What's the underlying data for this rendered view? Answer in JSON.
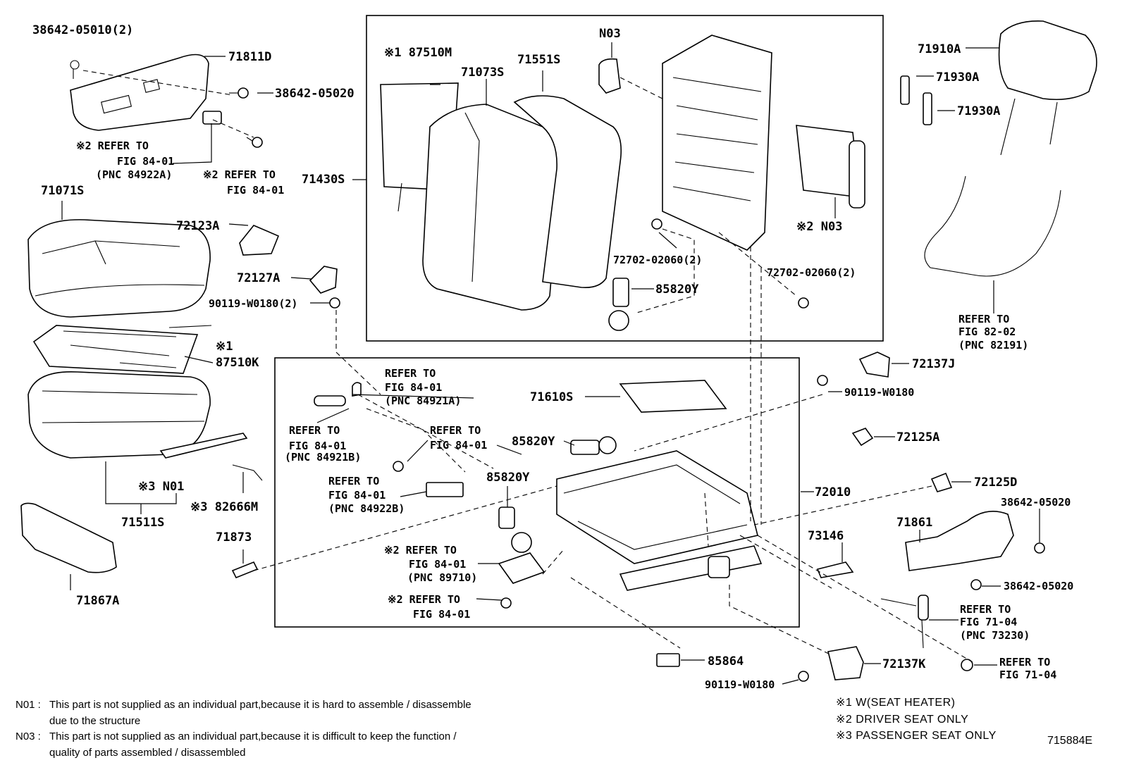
{
  "labels": {
    "p38642_05010": "38642-05010(2)",
    "p71811D": "71811D",
    "p38642_05020a": "38642-05020",
    "ref2_84922A_1": "※2 REFER TO",
    "ref2_84922A_2": "FIG 84-01",
    "ref2_84922A_3": "(PNC 84922A)",
    "ref2_fig8401_1": "※2 REFER TO",
    "ref2_fig8401_2": "FIG 84-01",
    "p71071S": "71071S",
    "p72123A": "72123A",
    "p72127A": "72127A",
    "p90119_W0180_2": "90119-W0180(2)",
    "star1_left": "※1",
    "p87510K": "87510K",
    "n01": "※3 N01",
    "p71511S": "71511S",
    "p82666M": "※3 82666M",
    "p71873": "71873",
    "p71867A": "71867A",
    "p87510M": "※1 87510M",
    "p71073S": "71073S",
    "p71551S": "71551S",
    "p71430S": "71430S",
    "n03_top": "N03",
    "n03_right": "※2 N03",
    "p72702_a": "72702-02060(2)",
    "p72702_b": "72702-02060(2)",
    "p85820Y_top": "85820Y",
    "p71910A": "71910A",
    "p71930A_1": "71930A",
    "p71930A_2": "71930A",
    "ref_82191_1": "REFER TO",
    "ref_82191_2": "FIG 82-02",
    "ref_82191_3": "(PNC 82191)",
    "ref_84921A_1": "REFER TO",
    "ref_84921A_2": "FIG 84-01",
    "ref_84921A_3": "(PNC 84921A)",
    "p71610S": "71610S",
    "ref_84921B_1": "REFER TO",
    "ref_84921B_2": "FIG 84-01",
    "ref_84921B_3": "(PNC 84921B)",
    "ref_fig8401_1": "REFER TO",
    "ref_fig8401_2": "FIG 84-01",
    "p85820Y_mid": "85820Y",
    "ref_84922B_1": "REFER TO",
    "ref_84922B_2": "FIG 84-01",
    "ref_84922B_3": "(PNC 84922B)",
    "p85820Y_low": "85820Y",
    "ref2_89710_1": "※2 REFER TO",
    "ref2_89710_2": "FIG 84-01",
    "ref2_89710_3": "(PNC 89710)",
    "ref2_low_1": "※2 REFER TO",
    "ref2_low_2": "FIG 84-01",
    "p72010": "72010",
    "p72137J": "72137J",
    "p90119_W0180_a": "90119-W0180",
    "p72125A": "72125A",
    "p72125D": "72125D",
    "p38642_05020b": "38642-05020",
    "p71861": "71861",
    "p73146": "73146",
    "p38642_05020c": "38642-05020",
    "ref_73230_1": "REFER TO",
    "ref_73230_2": "FIG 71-04",
    "ref_73230_3": "(PNC 73230)",
    "p85864": "85864",
    "p72137K": "72137K",
    "p90119_W0180_b": "90119-W0180",
    "ref_7104_1": "REFER TO",
    "ref_7104_2": "FIG 71-04"
  },
  "notes": [
    {
      "code": "N01 :",
      "lines": [
        "This part is not supplied as an individual part,because it is hard to assemble / disassemble",
        "due to the structure"
      ]
    },
    {
      "code": "N03 :",
      "lines": [
        "This part is not supplied as an individual part,because it is difficult to keep the function /",
        "quality of parts assembled / disassembled"
      ]
    }
  ],
  "legend": [
    "※1  W(SEAT  HEATER)",
    "※2  DRIVER  SEAT  ONLY",
    "※3  PASSENGER  SEAT  ONLY"
  ],
  "figure_id": "715884E"
}
